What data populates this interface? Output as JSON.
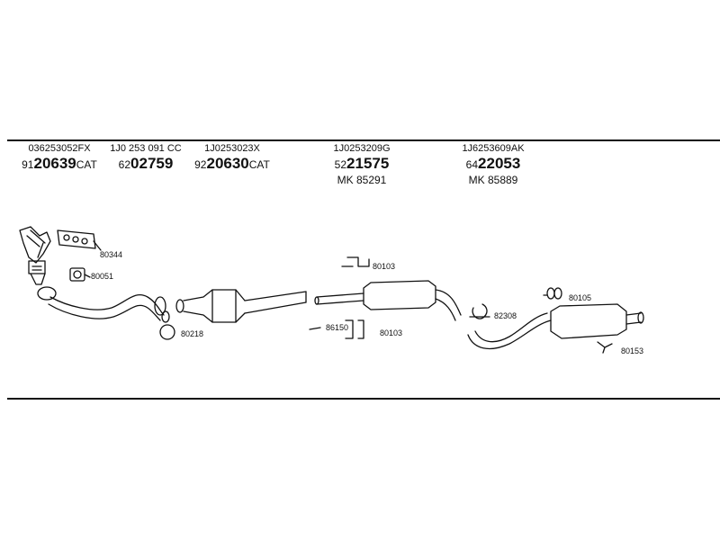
{
  "parts": [
    {
      "oem": "036253052FX",
      "prefix": "91",
      "bold": "20639",
      "suffix": "CAT",
      "mk": ""
    },
    {
      "oem": "1J0 253 091 CC",
      "prefix": "62",
      "bold": "02759",
      "suffix": "",
      "mk": ""
    },
    {
      "oem": "1J0253023X",
      "prefix": "92",
      "bold": "20630",
      "suffix": "CAT",
      "mk": ""
    },
    {
      "oem": "1J0253209G",
      "prefix": "52",
      "bold": "21575",
      "suffix": "",
      "mk": "MK  85291"
    },
    {
      "oem": "1J6253609AK",
      "prefix": "64",
      "bold": "22053",
      "suffix": "",
      "mk": "MK  85889"
    }
  ],
  "labels": {
    "l80344": "80344",
    "l80051": "80051",
    "l80218": "80218",
    "l80103a": "80103",
    "l86150": "86150",
    "l80103b": "80103",
    "l82308": "82308",
    "l80105": "80105",
    "l80153": "80153"
  }
}
